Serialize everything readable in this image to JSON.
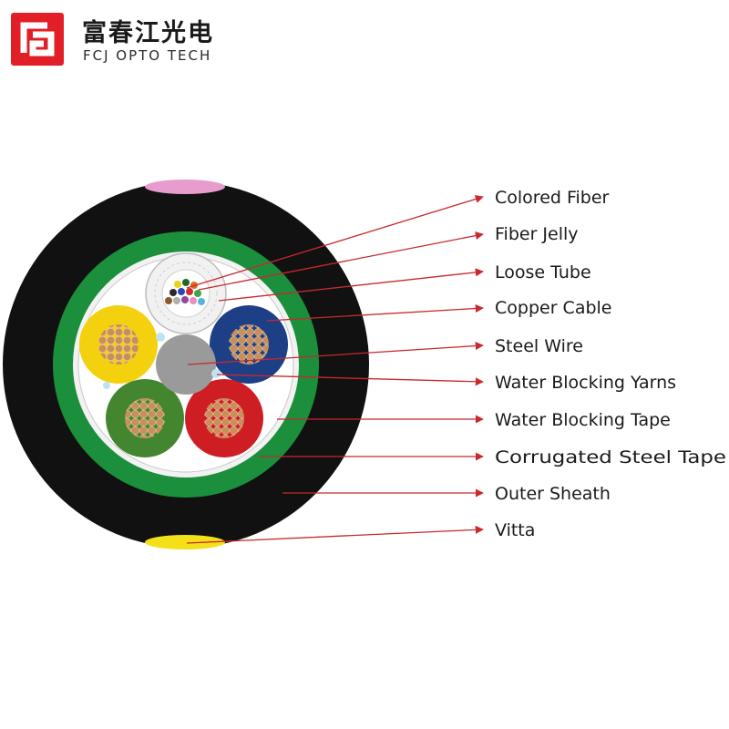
{
  "brand": {
    "name_cn": "富春江光电",
    "name_en": "FCJ OPTO TECH",
    "logo_color": "#e21f26"
  },
  "colors": {
    "leader_line": "#c8282e",
    "outer_sheath": "#111111",
    "corrugated_steel_tape": "#1b8f3c",
    "water_blocking_tape": "#f2f2f2",
    "copper": "#c98f5a",
    "copper_cable_jackets": [
      "#f4d10f",
      "#1d3f86",
      "#43862f",
      "#cf1d24"
    ],
    "steel_wire": "#9a9a9a",
    "vitta_top": "#e89ccd",
    "vitta_bottom": "#f3e018"
  },
  "labels": [
    "Colored Fiber",
    "Fiber Jelly",
    "Loose Tube",
    "Copper Cable",
    "Steel Wire",
    "Water Blocking Yarns",
    "Water Blocking Tape",
    "Corrugated Steel Tape",
    "Outer Sheath",
    "Vitta"
  ]
}
